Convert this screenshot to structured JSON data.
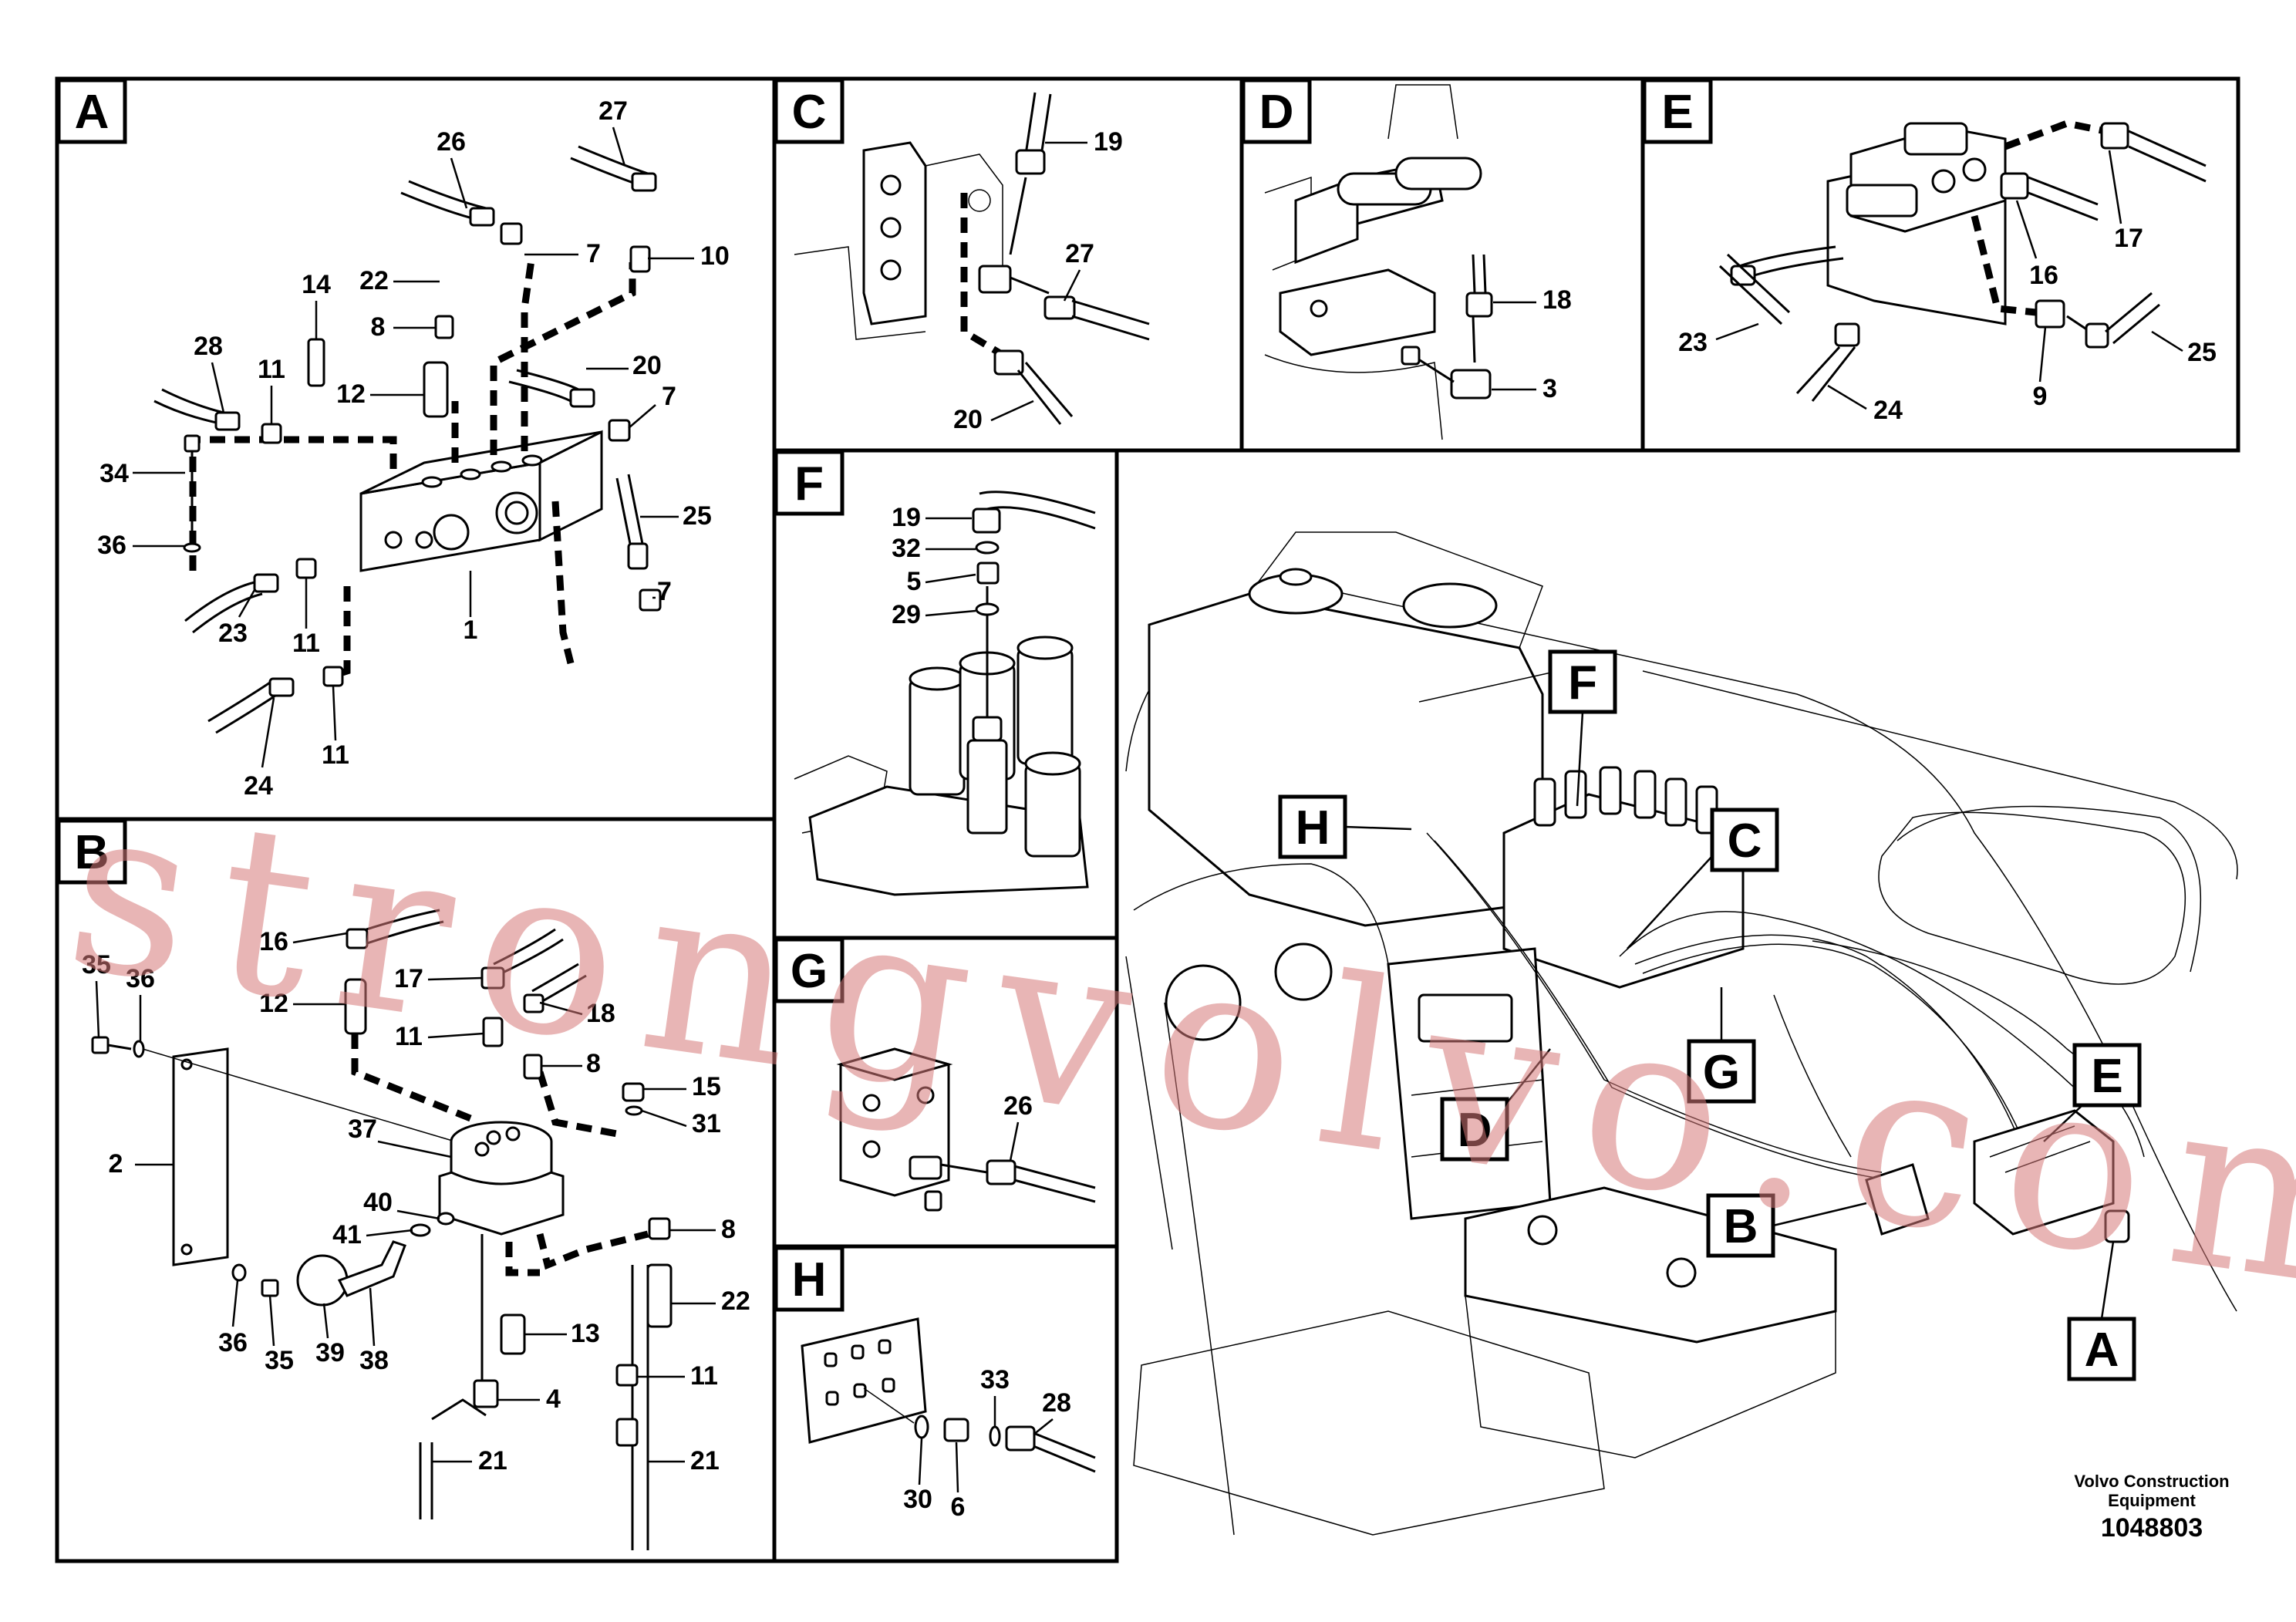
{
  "panels": {
    "A": {
      "label": "A"
    },
    "B": {
      "label": "B"
    },
    "C": {
      "label": "C"
    },
    "D": {
      "label": "D"
    },
    "E": {
      "label": "E"
    },
    "F": {
      "label": "F"
    },
    "G": {
      "label": "G"
    },
    "H": {
      "label": "H"
    }
  },
  "callouts": {
    "a_27": "27",
    "a_26": "26",
    "a_7a": "7",
    "a_10": "10",
    "a_14": "14",
    "a_22": "22",
    "a_8": "8",
    "a_28": "28",
    "a_11a": "11",
    "a_12": "12",
    "a_20": "20",
    "a_7b": "7",
    "a_34": "34",
    "a_25": "25",
    "a_36": "36",
    "a_7c": "7",
    "a_1": "1",
    "a_23": "23",
    "a_11b": "11",
    "a_24": "24",
    "a_11c": "11",
    "b_16": "16",
    "b_35a": "35",
    "b_36a": "36",
    "b_12": "12",
    "b_17": "17",
    "b_18": "18",
    "b_11a": "11",
    "b_8a": "8",
    "b_15": "15",
    "b_37": "37",
    "b_31": "31",
    "b_2": "2",
    "b_40": "40",
    "b_41": "41",
    "b_8b": "8",
    "b_22": "22",
    "b_13": "13",
    "b_36b": "36",
    "b_35b": "35",
    "b_39": "39",
    "b_38": "38",
    "b_11b": "11",
    "b_4": "4",
    "b_21a": "21",
    "b_21b": "21",
    "c_19": "19",
    "c_27": "27",
    "c_20": "20",
    "d_18": "18",
    "d_3": "3",
    "e_17": "17",
    "e_16": "16",
    "e_23": "23",
    "e_25": "25",
    "e_24": "24",
    "e_9": "9",
    "f_19": "19",
    "f_32": "32",
    "f_5": "5",
    "f_29": "29",
    "g_26": "26",
    "h_33": "33",
    "h_28": "28",
    "h_30": "30",
    "h_6": "6"
  },
  "overview_tags": {
    "F": "F",
    "H": "H",
    "C": "C",
    "G": "G",
    "D": "D",
    "E": "E",
    "B": "B",
    "A": "A"
  },
  "watermark": "strongvolvo.com",
  "brand": {
    "line1": "Volvo Construction",
    "line2": "Equipment"
  },
  "doc_number": "1048803"
}
